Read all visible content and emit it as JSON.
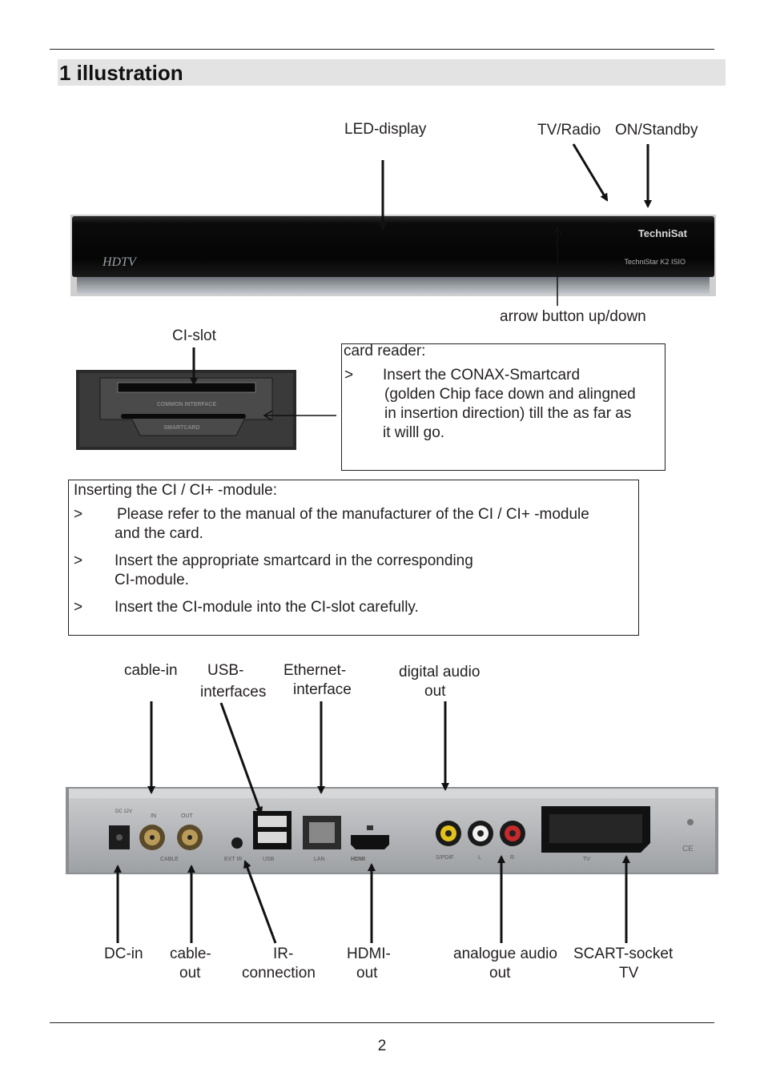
{
  "heading": "1 illustration",
  "front_panel": {
    "labels": {
      "led_display": "LED-display",
      "tv_radio": "TV/Radio",
      "on_standby": "ON/Standby",
      "arrow_button": "arrow button up/down"
    },
    "device_brand": "TechniSat",
    "device_model": "TechniStar K2 ISIO",
    "device_logo": "HDTV"
  },
  "ci_slot": {
    "label": "CI-slot",
    "slot_text_top": "COMMON INTERFACE",
    "slot_text_bottom": "SMARTCARD"
  },
  "card_reader_box": {
    "title": "card reader:",
    "bullet": ">",
    "lines": [
      "Insert the CONAX-Smartcard",
      "(golden Chip face down and alingned",
      "in insertion direction) till the as far as",
      "it willl go."
    ]
  },
  "ci_module_box": {
    "title": "Inserting the CI / CI+ -module:",
    "items": [
      {
        "bullet": ">",
        "line1": "Please refer to the manual of the manufacturer of the CI / CI+ -module",
        "line2": "and the card."
      },
      {
        "bullet": ">",
        "line1": "Insert the appropriate smartcard in the corresponding",
        "line2": "CI-module."
      },
      {
        "bullet": ">",
        "line1": "Insert the CI-module into the CI-slot carefully.",
        "line2": ""
      }
    ]
  },
  "rear_panel": {
    "top_labels": {
      "cable_in": "cable-in",
      "usb_1": "USB-",
      "usb_2": "interfaces",
      "ethernet_1": "Ethernet-",
      "ethernet_2": "interface",
      "digital_audio_1": "digital audio",
      "digital_audio_2": "out"
    },
    "bottom_labels": {
      "dc_in": "DC-in",
      "cable_out_1": "cable-",
      "cable_out_2": "out",
      "ir_1": "IR-",
      "ir_2": "connection",
      "hdmi_1": "HDMI-",
      "hdmi_2": "out",
      "analogue_1": "analogue audio",
      "analogue_2": "out",
      "scart_1": "SCART-socket",
      "scart_2": "TV"
    },
    "panel_text": {
      "dc": "DC 12V",
      "in": "IN",
      "out": "OUT",
      "cable": "CABLE",
      "ext_ir": "EXT IR",
      "usb": "USB",
      "lan": "LAN",
      "hdmi": "HDMI",
      "spdif": "S/PDIF",
      "l": "L",
      "r": "R",
      "tv": "TV",
      "ce": "CE"
    }
  },
  "page_number": "2"
}
